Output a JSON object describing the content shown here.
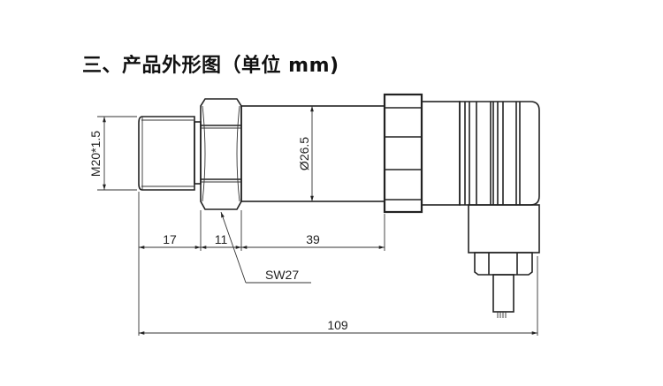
{
  "title": "三、产品外形图（单位 mm)",
  "dimensions": {
    "thread": "M20*1.5",
    "diameter": "Ø26.5",
    "thread_length": "17",
    "nut_width": "11",
    "body_length": "39",
    "wrench_size": "SW27",
    "total_length": "109"
  }
}
